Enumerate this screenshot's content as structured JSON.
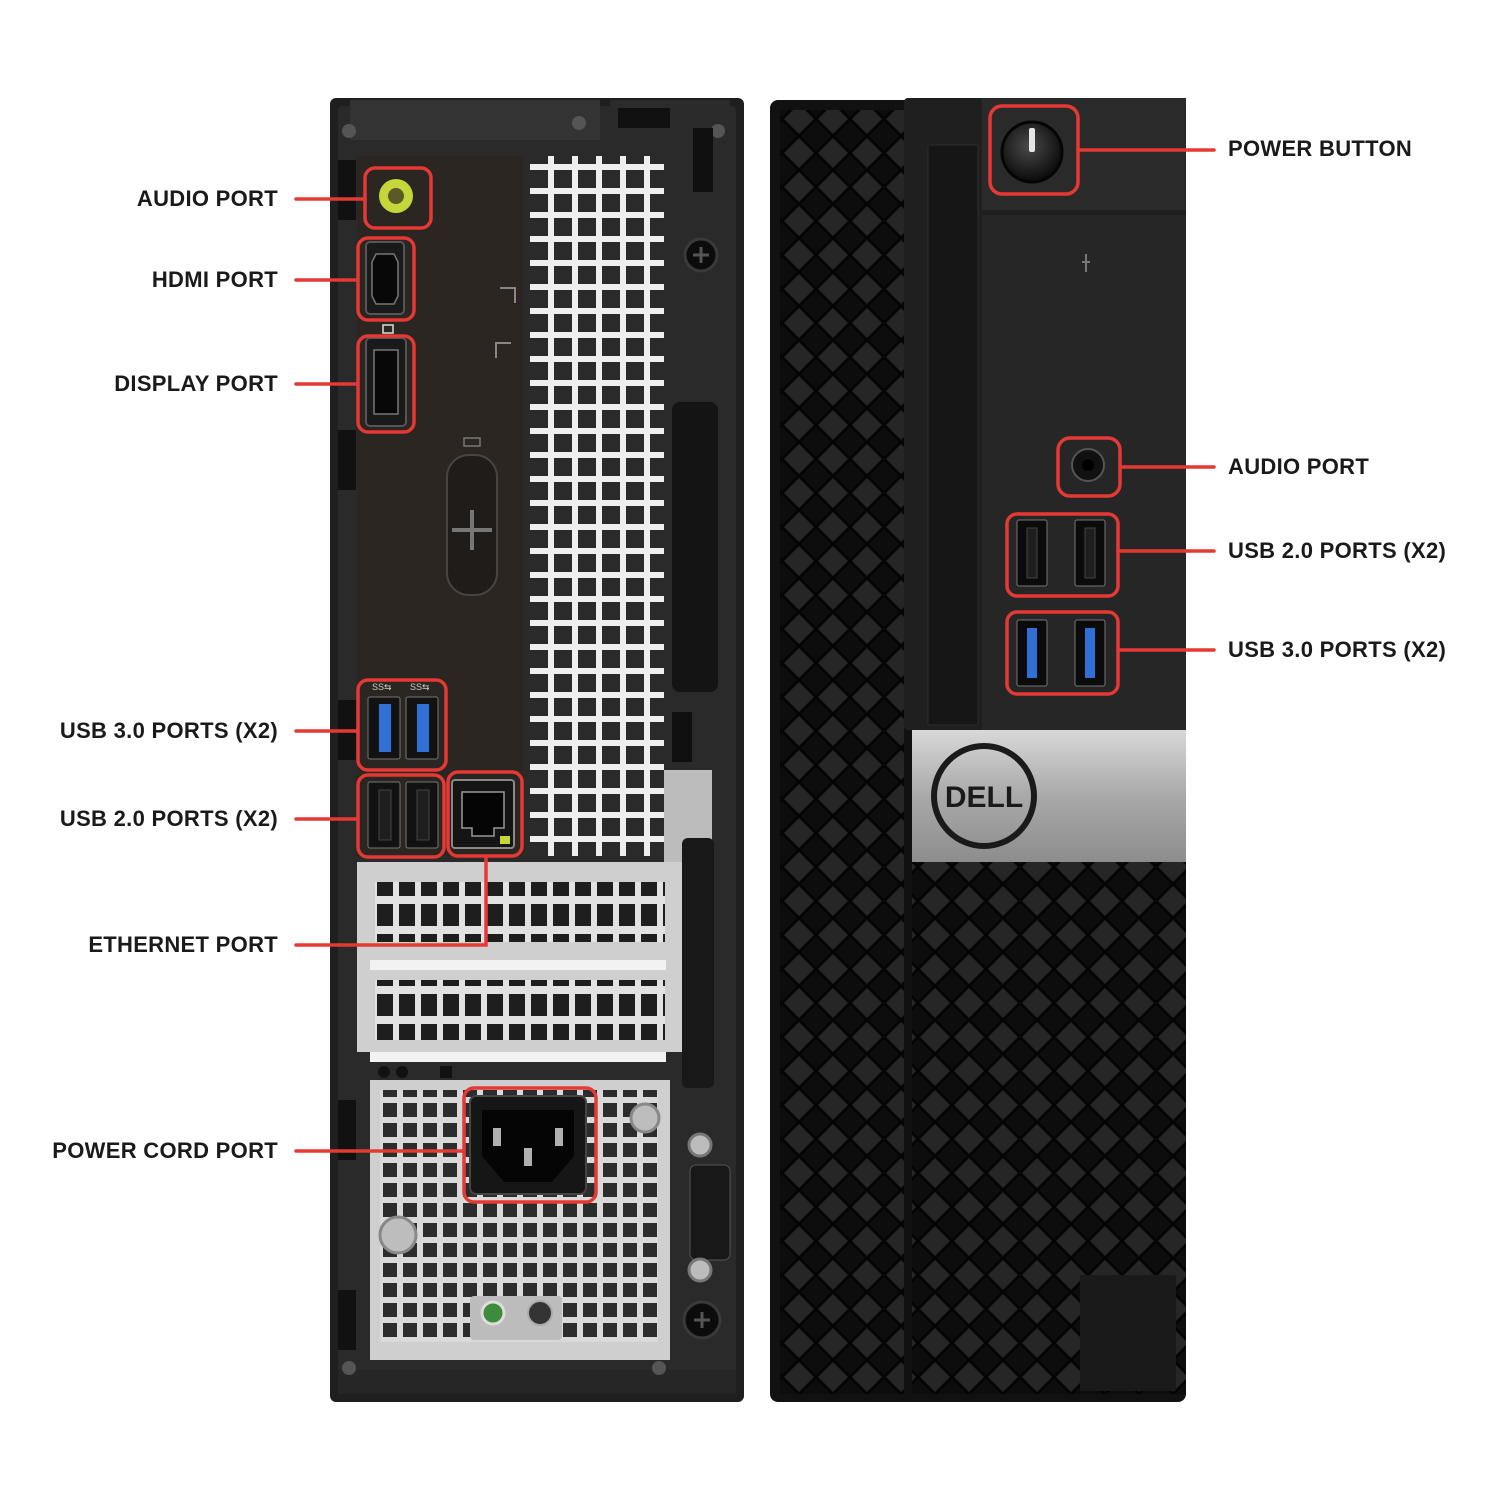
{
  "colors": {
    "callout": "#e53935",
    "case_dark": "#1c1c1c",
    "case_black": "#111111",
    "io_plate": "#2b2622",
    "metal": "#c9c9c9",
    "usb3_blue": "#2f6fd6",
    "audio_green": "#c4d63a",
    "label_text": "#1a1a1a"
  },
  "brand": {
    "logo_text": "DELL"
  },
  "rear_labels": {
    "audio_port": "AUDIO PORT",
    "hdmi_port": "HDMI PORT",
    "display_port": "DISPLAY PORT",
    "usb3_ports": "USB 3.0 PORTS (X2)",
    "usb2_ports": "USB 2.0 PORTS (X2)",
    "ethernet_port": "ETHERNET PORT",
    "power_cord_port": "POWER CORD PORT"
  },
  "front_labels": {
    "power_button": "POWER BUTTON",
    "audio_port": "AUDIO PORT",
    "usb2_ports": "USB 2.0 PORTS (X2)",
    "usb3_ports": "USB 3.0 PORTS (X2)"
  },
  "icons": [
    "power-button-icon",
    "audio-jack-icon",
    "hdmi-port-icon",
    "displayport-icon",
    "usb-port-icon",
    "ethernet-port-icon",
    "power-socket-icon",
    "dell-logo-icon"
  ]
}
